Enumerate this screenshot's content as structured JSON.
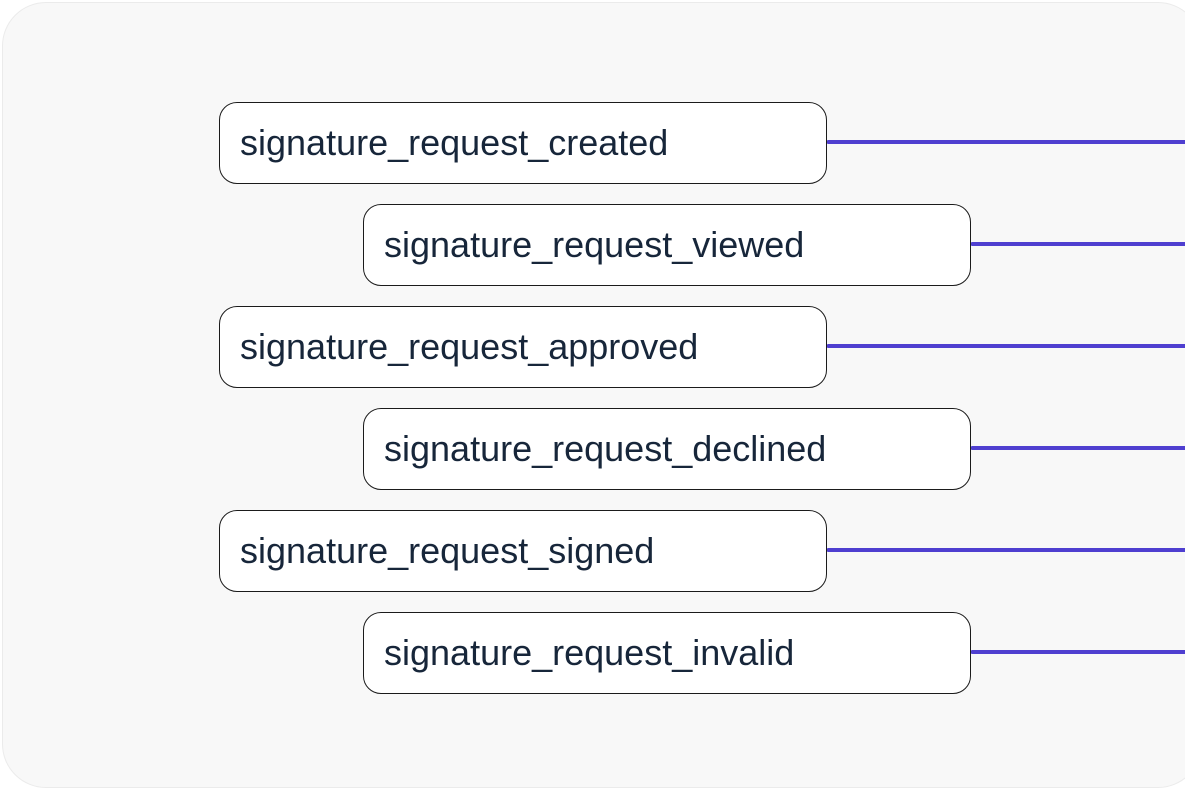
{
  "diagram": {
    "accent_color": "#4f3fd0",
    "events": [
      {
        "label": "signature_request_created"
      },
      {
        "label": "signature_request_viewed"
      },
      {
        "label": "signature_request_approved"
      },
      {
        "label": "signature_request_declined"
      },
      {
        "label": "signature_request_signed"
      },
      {
        "label": "signature_request_invalid"
      }
    ]
  }
}
